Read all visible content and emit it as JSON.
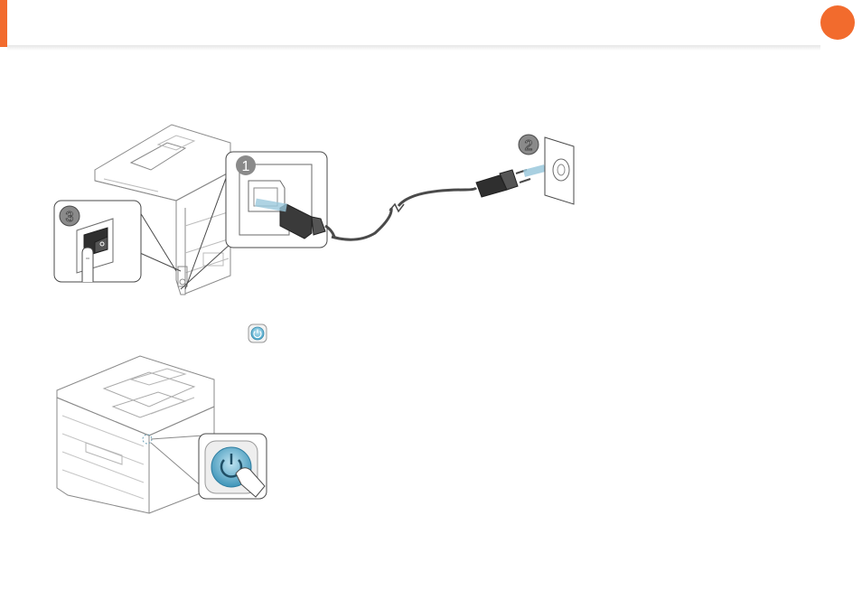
{
  "colors": {
    "accent": "#f26b2d",
    "line": "#4a4a4a",
    "light": "#9a9a9a",
    "badge": "#8a8a8a",
    "plug": "#2f2f2f",
    "arrow": "#9ac8dc"
  },
  "steps": {
    "one": "1",
    "two": "2",
    "three": "3"
  },
  "icons": {
    "power": "power-icon",
    "printer": "printer-icon",
    "plug": "plug-icon",
    "outlet": "wall-outlet-icon",
    "switch": "power-switch-icon",
    "finger": "finger-icon"
  }
}
